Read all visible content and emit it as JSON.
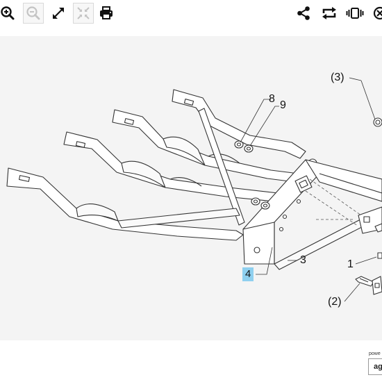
{
  "toolbar": {
    "left_buttons": [
      {
        "icon": "zoom-in-icon",
        "enabled": true
      },
      {
        "icon": "zoom-out-icon",
        "enabled": false
      },
      {
        "icon": "expand-icon",
        "enabled": true
      },
      {
        "icon": "fit-screen-icon",
        "enabled": false
      },
      {
        "icon": "print-icon",
        "enabled": true
      }
    ],
    "right_buttons": [
      {
        "icon": "share-icon",
        "enabled": true
      },
      {
        "icon": "rotate-icon",
        "enabled": true
      },
      {
        "icon": "vibrate-icon",
        "enabled": true
      },
      {
        "icon": "close-icon",
        "enabled": true
      }
    ]
  },
  "diagram": {
    "callouts": [
      {
        "id": "c8",
        "label": "8"
      },
      {
        "id": "c9",
        "label": "9"
      },
      {
        "id": "c3p",
        "label": "(3)"
      },
      {
        "id": "c3",
        "label": "3"
      },
      {
        "id": "c4",
        "label": "4",
        "selected": true
      },
      {
        "id": "c1",
        "label": "1"
      },
      {
        "id": "c2",
        "label": "(2)"
      }
    ],
    "colors": {
      "line": "#333333",
      "background": "#f4f4f4",
      "highlight": "#8fd0ef"
    }
  },
  "powered_by": {
    "text": "powe",
    "logo": "ag"
  }
}
